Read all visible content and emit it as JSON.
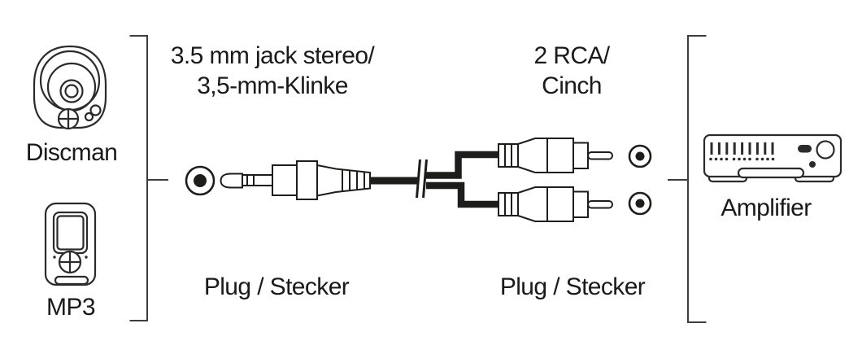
{
  "sources": {
    "discman_label": "Discman",
    "mp3_label": "MP3"
  },
  "target": {
    "amplifier_label": "Amplifier"
  },
  "jack_end": {
    "type_line1": "3.5 mm jack stereo/",
    "type_line2": "3,5-mm-Klinke",
    "plug_label": "Plug / Stecker"
  },
  "rca_end": {
    "type_line1": "2 RCA/",
    "type_line2": "Cinch",
    "plug_label": "Plug / Stecker"
  },
  "icons": {
    "left_devices": [
      "discman-icon",
      "mp3-player-icon"
    ],
    "right_device": "amplifier-icon",
    "connectors": [
      "jack-socket-icon",
      "jack-plug-icon",
      "cable-break-icon",
      "rca-plug-icon",
      "rca-socket-icon"
    ]
  },
  "colors": {
    "line": "#1d1d1b",
    "icon_line": "#2b2b2b",
    "bracket": "#3d3d3d",
    "text": "#1a1a1a",
    "background": "#ffffff"
  }
}
